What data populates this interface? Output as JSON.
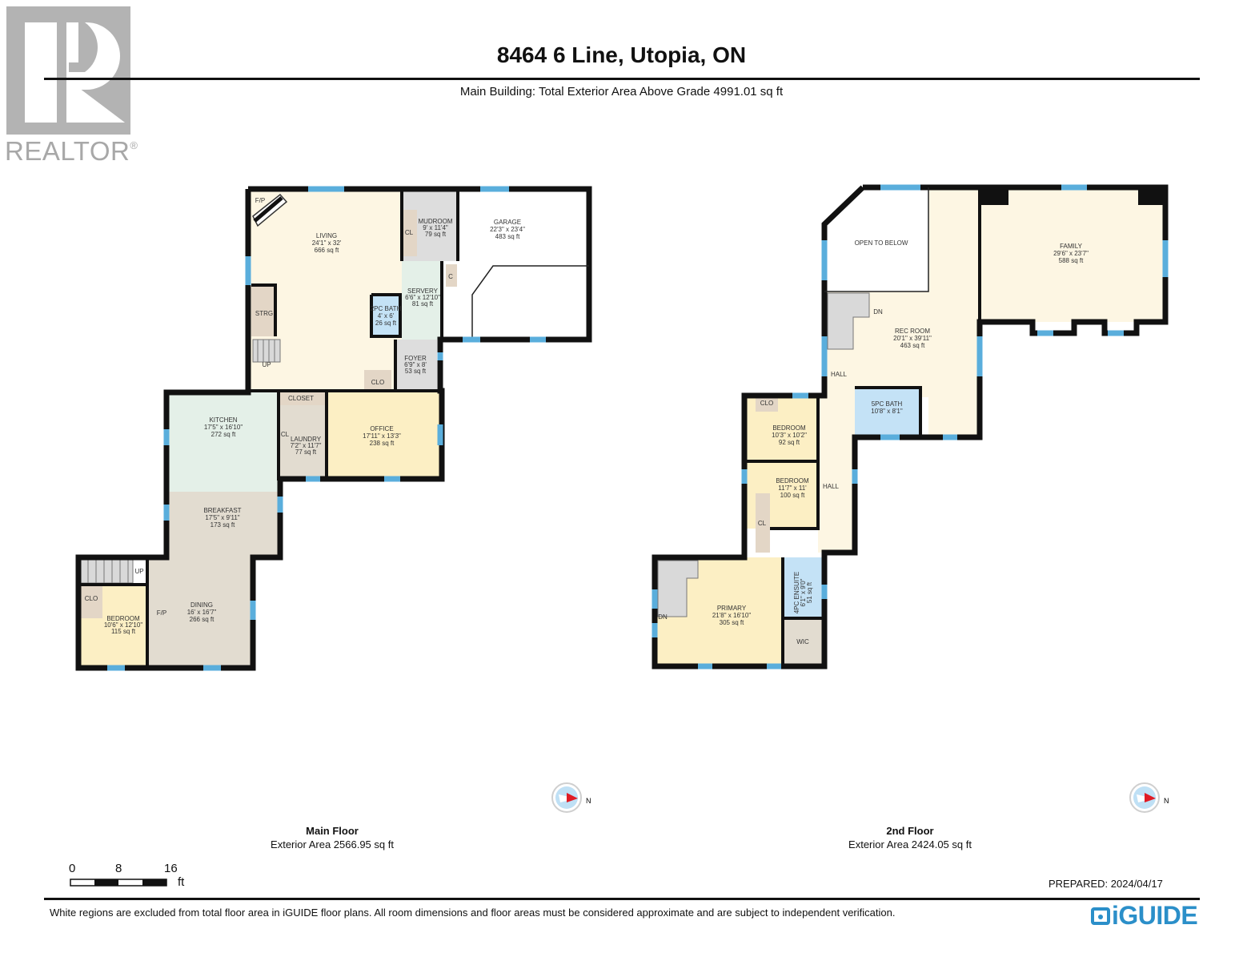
{
  "header": {
    "title": "8464 6 Line, Utopia, ON",
    "subtitle": "Main Building: Total Exterior Area Above Grade 4991.01 sq ft"
  },
  "logo": {
    "wordmark": "REALTOR",
    "registered": "®"
  },
  "colors": {
    "wall": "#111111",
    "window": "#5aaedc",
    "living_fill": "#fdf6e3",
    "bedroom_fill": "#fcefc4",
    "office_fill": "#fcefc4",
    "kitchen_fill": "#e4f0e8",
    "servery_fill": "#e4f0e8",
    "breakfast_fill": "#e2dcd0",
    "dining_fill": "#e2dcd0",
    "laundry_fill": "#e2dcd0",
    "utility_fill": "#dddddd",
    "bath_fill": "#c4e2f6",
    "closet_fill": "#e3d6c6",
    "accent_brand": "#2b8fc9",
    "compass_red": "#e01b24"
  },
  "floors": [
    {
      "name": "Main Floor",
      "area": "Exterior Area 2566.95 sq ft",
      "rooms": [
        {
          "name": "LIVING",
          "dims": "24'1\" x 32'",
          "area": "666 sq ft"
        },
        {
          "name": "MUDROOM",
          "dims": "9' x 11'4\"",
          "area": "79 sq ft"
        },
        {
          "name": "GARAGE",
          "dims": "22'3\" x 23'4\"",
          "area": "483 sq ft"
        },
        {
          "name": "SERVERY",
          "dims": "6'6\" x 12'10\"",
          "area": "81 sq ft"
        },
        {
          "name": "2PC BATH",
          "dims": "4' x 6'",
          "area": "26 sq ft"
        },
        {
          "name": "FOYER",
          "dims": "6'9\" x 8'",
          "area": "53 sq ft"
        },
        {
          "name": "KITCHEN",
          "dims": "17'5\" x 16'10\"",
          "area": "272 sq ft"
        },
        {
          "name": "LAUNDRY",
          "dims": "7'2\" x 11'7\"",
          "area": "77 sq ft"
        },
        {
          "name": "OFFICE",
          "dims": "17'11\" x 13'3\"",
          "area": "238 sq ft"
        },
        {
          "name": "BREAKFAST",
          "dims": "17'5\" x 9'11\"",
          "area": "173 sq ft"
        },
        {
          "name": "DINING",
          "dims": "16' x 16'7\"",
          "area": "266 sq ft"
        },
        {
          "name": "BEDROOM",
          "dims": "10'6\" x 12'10\"",
          "area": "115 sq ft"
        }
      ],
      "labels": [
        "F/P",
        "CL",
        "C",
        "STRG",
        "UP",
        "CLO",
        "CLOSET",
        "CL",
        "CLO",
        "UP",
        "F/P"
      ]
    },
    {
      "name": "2nd Floor",
      "area": "Exterior Area 2424.05 sq ft",
      "rooms": [
        {
          "name": "OPEN TO BELOW",
          "dims": "",
          "area": ""
        },
        {
          "name": "REC ROOM",
          "dims": "20'1\" x 39'11\"",
          "area": "463 sq ft"
        },
        {
          "name": "FAMILY",
          "dims": "29'6\" x 23'7\"",
          "area": "588 sq ft"
        },
        {
          "name": "5PC BATH",
          "dims": "10'8\" x 8'1\"",
          "area": ""
        },
        {
          "name": "BEDROOM",
          "dims": "10'3\" x 10'2\"",
          "area": "92 sq ft"
        },
        {
          "name": "BEDROOM",
          "dims": "11'7\" x 11'",
          "area": "100 sq ft"
        },
        {
          "name": "PRIMARY",
          "dims": "21'8\" x 16'10\"",
          "area": "305 sq ft"
        },
        {
          "name": "4PC ENSUITE",
          "dims": "6'1\" x 9'0\"",
          "area": "51 sq ft"
        }
      ],
      "labels": [
        "DN",
        "HALL",
        "CLO",
        "HALL",
        "CL",
        "DN",
        "WIC"
      ]
    }
  ],
  "compass": {
    "north_label": "N"
  },
  "scale_bar": {
    "ticks": [
      "0",
      "8",
      "16"
    ],
    "unit": "ft"
  },
  "footer": {
    "prepared": "PREPARED: 2024/04/17",
    "disclaimer": "White regions are excluded from total floor area in iGUIDE floor plans. All room dimensions and floor areas must be considered approximate and are subject to independent verification.",
    "brand": "iGUIDE"
  }
}
